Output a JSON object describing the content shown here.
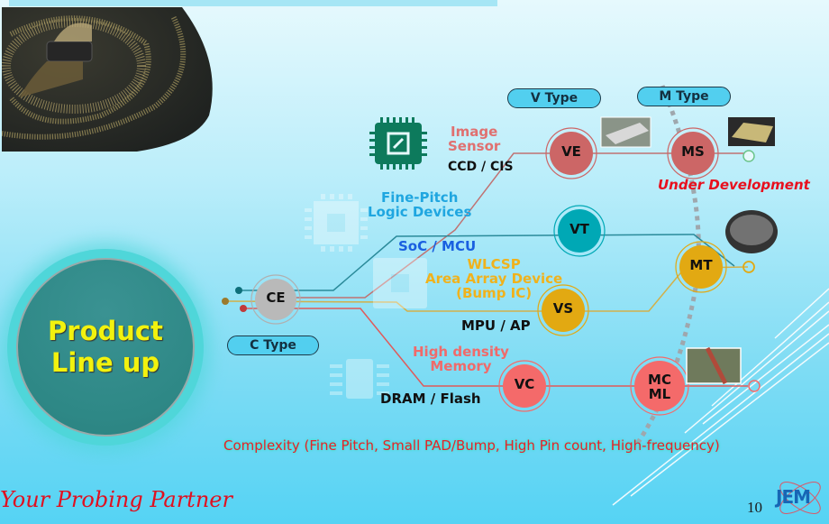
{
  "slide": {
    "title": "Product Line up",
    "title_lines": [
      "Product",
      "Line up"
    ],
    "page_number": "10",
    "slogan": "Your Probing Partner",
    "logo": "JEM",
    "complexity_note": "Complexity (Fine Pitch, Small PAD/Bump, High Pin count, High-frequency)"
  },
  "types": {
    "c_type": "C Type",
    "v_type": "V Type",
    "m_type": "M Type"
  },
  "nodes": {
    "ce": {
      "label": "CE",
      "color": "#b9b9b9"
    },
    "ve": {
      "label": "VE",
      "color": "#cc6666"
    },
    "ms": {
      "label": "MS",
      "color": "#cc6666"
    },
    "vt": {
      "label": "VT",
      "color": "#00a8b5"
    },
    "mt": {
      "label": "MT",
      "color": "#e2a912"
    },
    "vs": {
      "label": "VS",
      "color": "#e2a912"
    },
    "vc": {
      "label": "VC",
      "color": "#f46a6a"
    },
    "mc_ml": {
      "label_line1": "MC",
      "label_line2": "ML",
      "color": "#f46a6a"
    }
  },
  "categories": {
    "image_sensor": {
      "line1": "Image",
      "line2": "Sensor",
      "color": "#e07070"
    },
    "ccd_cis": "CCD / CIS",
    "fine_pitch": {
      "line1": "Fine-Pitch",
      "line2": "Logic Devices",
      "color": "#1fa6e0"
    },
    "soc_mcu": {
      "text": "SoC / MCU",
      "color": "#1a5fe0"
    },
    "wlcsp": {
      "line1": "WLCSP",
      "line2": "Area Array Device",
      "line3": "(Bump IC)",
      "color": "#f0b21c"
    },
    "mpu_ap": "MPU / AP",
    "memory": {
      "line1": "High density",
      "line2": "Memory",
      "color": "#f06a6a"
    },
    "dram_flash": "DRAM / Flash"
  },
  "status": {
    "under_development": "Under Development",
    "color": "#e8101e"
  },
  "icons": {
    "image_sensor_chip": "chip-icon",
    "logic_chip": "chip-icon",
    "area_array_chip": "bga-chip-icon",
    "memory_chip": "memory-chip-icon"
  }
}
